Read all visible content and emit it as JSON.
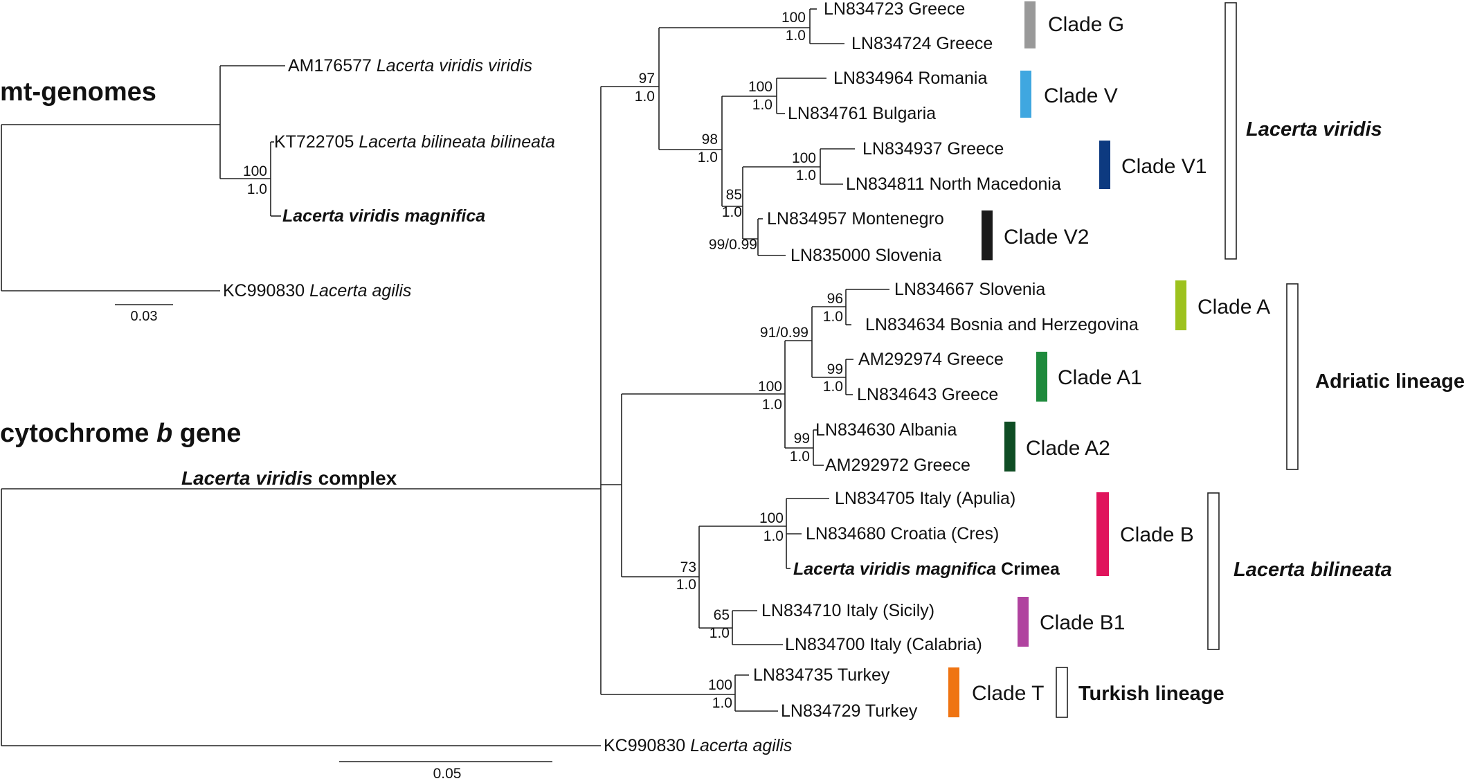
{
  "mt": {
    "title": "mt-genomes",
    "tips": [
      {
        "acc": "AM176577",
        "sp": "Lacerta viridis viridis"
      },
      {
        "acc": "KT722705",
        "sp": "Lacerta bilineata bilineata"
      },
      {
        "acc": "",
        "sp": "Lacerta viridis magnifica"
      },
      {
        "acc": "KC990830",
        "sp": "Lacerta agilis"
      }
    ],
    "support": {
      "top": "100",
      "bottom": "1.0"
    },
    "scale": "0.03"
  },
  "cyt": {
    "title_pre": "cytochrome ",
    "title_it": "b",
    "title_post": " gene",
    "complex_it": "Lacerta viridis",
    "complex_post": " complex",
    "outgroup": {
      "acc": "KC990830",
      "sp": "Lacerta agilis"
    },
    "scale": "0.05",
    "tips": [
      "LN834723 Greece",
      "LN834724 Greece",
      "LN834964 Romania",
      "LN834761 Bulgaria",
      "LN834937 Greece",
      "LN834811 North Macedonia",
      "LN834957 Montenegro",
      "LN835000 Slovenia",
      "LN834667 Slovenia",
      "LN834634 Bosnia and Herzegovina",
      "AM292974 Greece",
      "LN834643 Greece",
      "LN834630 Albania",
      "AM292972 Greece",
      "LN834705 Italy (Apulia)",
      "LN834680 Croatia (Cres)",
      "Lacerta viridis magnifica",
      "LN834710 Italy (Sicily)",
      "LN834700 Italy (Calabria)",
      "LN834735 Turkey",
      "LN834729 Turkey"
    ],
    "magnifica_suffix": " Crimea",
    "supports": [
      {
        "top": "100",
        "bottom": "1.0"
      },
      {
        "top": "100",
        "bottom": "1.0"
      },
      {
        "top": "100",
        "bottom": "1.0"
      },
      {
        "top": "99/0.99",
        "bottom": ""
      },
      {
        "top": "85",
        "bottom": "1.0"
      },
      {
        "top": "98",
        "bottom": "1.0"
      },
      {
        "top": "97",
        "bottom": "1.0"
      },
      {
        "top": "96",
        "bottom": "1.0"
      },
      {
        "top": "99",
        "bottom": "1.0"
      },
      {
        "top": "91/0.99",
        "bottom": ""
      },
      {
        "top": "99",
        "bottom": "1.0"
      },
      {
        "top": "100",
        "bottom": "1.0"
      },
      {
        "top": "100",
        "bottom": "1.0"
      },
      {
        "top": "65",
        "bottom": "1.0"
      },
      {
        "top": "73",
        "bottom": "1.0"
      },
      {
        "top": "100",
        "bottom": "1.0"
      }
    ],
    "clades": [
      {
        "label": "Clade G",
        "color": "#999999"
      },
      {
        "label": "Clade V",
        "color": "#3fa7e0"
      },
      {
        "label": "Clade V1",
        "color": "#0d3a80"
      },
      {
        "label": "Clade V2",
        "color": "#1a1a1a"
      },
      {
        "label": "Clade A",
        "color": "#9dc21e"
      },
      {
        "label": "Clade A1",
        "color": "#1e8a3c"
      },
      {
        "label": "Clade A2",
        "color": "#0f4d24"
      },
      {
        "label": "Clade B",
        "color": "#e0145c"
      },
      {
        "label": "Clade B1",
        "color": "#b0439f"
      },
      {
        "label": "Clade T",
        "color": "#ef7412"
      }
    ],
    "lineages": [
      {
        "label": "Lacerta viridis",
        "italic": true
      },
      {
        "label": "Adriatic lineage",
        "italic": false
      },
      {
        "label": "Lacerta bilineata",
        "italic": true
      },
      {
        "label": "Turkish lineage",
        "italic": false
      }
    ]
  },
  "colors": {
    "highlight": "#e0101f",
    "branch": "#222222"
  }
}
